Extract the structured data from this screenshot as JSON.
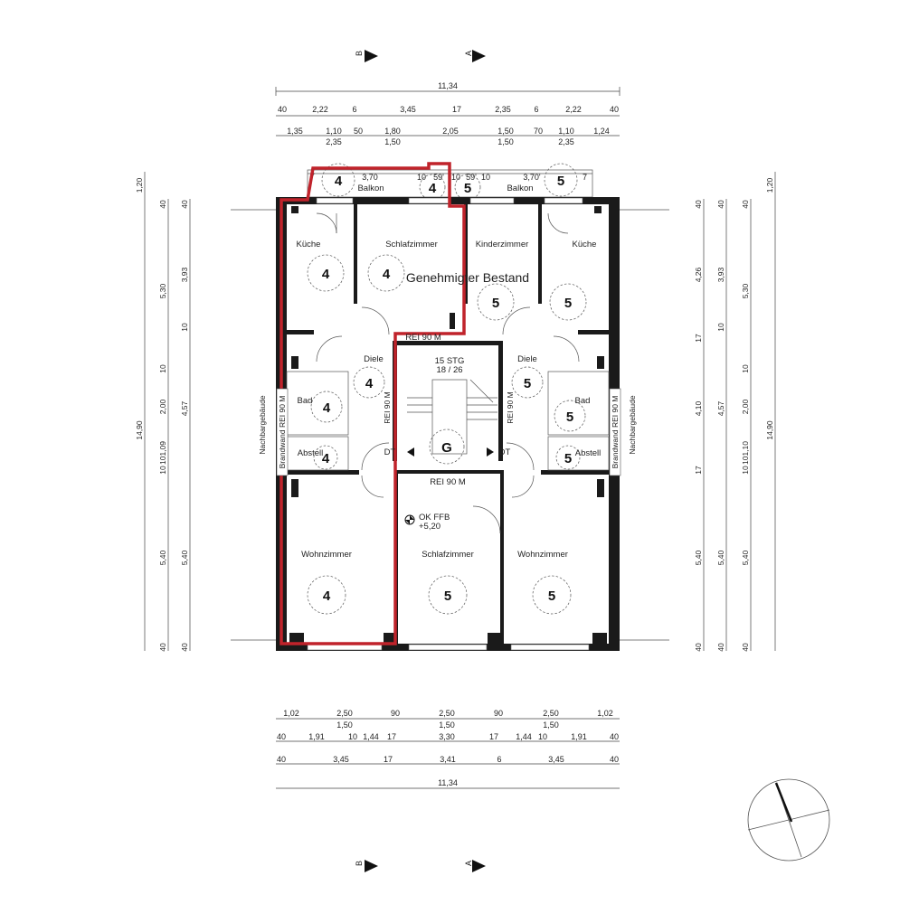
{
  "section_markers": {
    "b": "B",
    "a": "A"
  },
  "dimensions": {
    "overall_width": "11,34",
    "top_row1": [
      "40",
      "2,22",
      "6",
      "3,45",
      "17",
      "2,35",
      "6",
      "2,22",
      "40"
    ],
    "top_row2": [
      "1,35",
      "1,10",
      "50",
      "1,80",
      "2,05",
      "1,50",
      "70",
      "1,10",
      "1,24"
    ],
    "top_row2_sub": [
      "2,35",
      "1,50",
      "1,50",
      "2,35"
    ],
    "balcony": [
      "7",
      "3,70",
      "10",
      "59'",
      "10",
      "59'",
      "10",
      "3,70'",
      "7"
    ],
    "left_outer_total": "14,90",
    "left_outer_top": "1,20",
    "left_mid": [
      "40",
      "5,30",
      "10",
      "2,00",
      "10",
      "5,40",
      "40"
    ],
    "left_inner": [
      "40",
      "3,93",
      "10",
      "4,57",
      "101,09",
      "5,40",
      "40"
    ],
    "right_inner": [
      "40",
      "4,26",
      "17",
      "4,10",
      "17",
      "5,40",
      "40"
    ],
    "right_mid": [
      "40",
      "3,93",
      "10",
      "4,57",
      "101,10",
      "5,40",
      "40"
    ],
    "right_outer": [
      "40",
      "5,30",
      "10",
      "2,00",
      "10",
      "5,40",
      "40"
    ],
    "right_outer_total": "14,90",
    "right_outer_top": "1,20",
    "bottom_row1": [
      "1,02",
      "2,50",
      "90",
      "2,50",
      "90",
      "2,50",
      "1,02"
    ],
    "bottom_row1_sub": [
      "1,50",
      "1,50",
      "1,50"
    ],
    "bottom_row2": [
      "40",
      "1,91",
      "10",
      "1,44",
      "17",
      "3,30",
      "17",
      "1,44",
      "10",
      "1,91",
      "40"
    ],
    "bottom_row3": [
      "40",
      "3,45",
      "17",
      "3,41",
      "6",
      "3,45",
      "40"
    ],
    "bottom_total": "11,34"
  },
  "rooms": {
    "balkon_left": {
      "label": "Balkon",
      "number": "4"
    },
    "balkon_right": {
      "label": "Balkon",
      "number": "5"
    },
    "balkon_mid_left": {
      "number": "4"
    },
    "balkon_mid_right": {
      "number": "5"
    },
    "kueche_left": {
      "label": "Küche",
      "number": "4"
    },
    "schlafzimmer_top": {
      "label": "Schlafzimmer",
      "number": "4"
    },
    "kinderzimmer": {
      "label": "Kinderzimmer",
      "number": "5"
    },
    "kueche_right": {
      "label": "Küche",
      "number": "5"
    },
    "diele_left": {
      "label": "Diele",
      "number": "4"
    },
    "diele_right": {
      "label": "Diele",
      "number": "5"
    },
    "bad_left": {
      "label": "Bad",
      "number": "4"
    },
    "bad_right": {
      "label": "Bad",
      "number": "5"
    },
    "abstell_left": {
      "label": "Abstell",
      "number": "4"
    },
    "abstell_right": {
      "label": "Abstell",
      "number": "5"
    },
    "stair": {
      "number": "G",
      "steps": "15 STG",
      "ratio": "18 / 26"
    },
    "wohnzimmer_left": {
      "label": "Wohnzimmer",
      "number": "4"
    },
    "schlafzimmer_bottom": {
      "label": "Schlafzimmer",
      "number": "5"
    },
    "wohnzimmer_right": {
      "label": "Wohnzimmer",
      "number": "5"
    }
  },
  "annotations": {
    "approved": "Genehmigter Bestand",
    "rei_top": "REI 90 M",
    "rei_bottom": "REI 90 M",
    "rei_left": "REI 90 M",
    "rei_right": "REI 90 M",
    "dt_left": "DT",
    "dt_right": "DT",
    "level_label": "OK FFB",
    "level_value": "+5,20",
    "left_firewall": "Brandwand  REI 90 M",
    "right_firewall": "Brandwand  REI 90 M",
    "left_neighbor": "Nachbargebäude",
    "right_neighbor": "Nachbargebäude"
  },
  "colors": {
    "highlight": "#c0232b",
    "wall": "#1a1a1a"
  }
}
